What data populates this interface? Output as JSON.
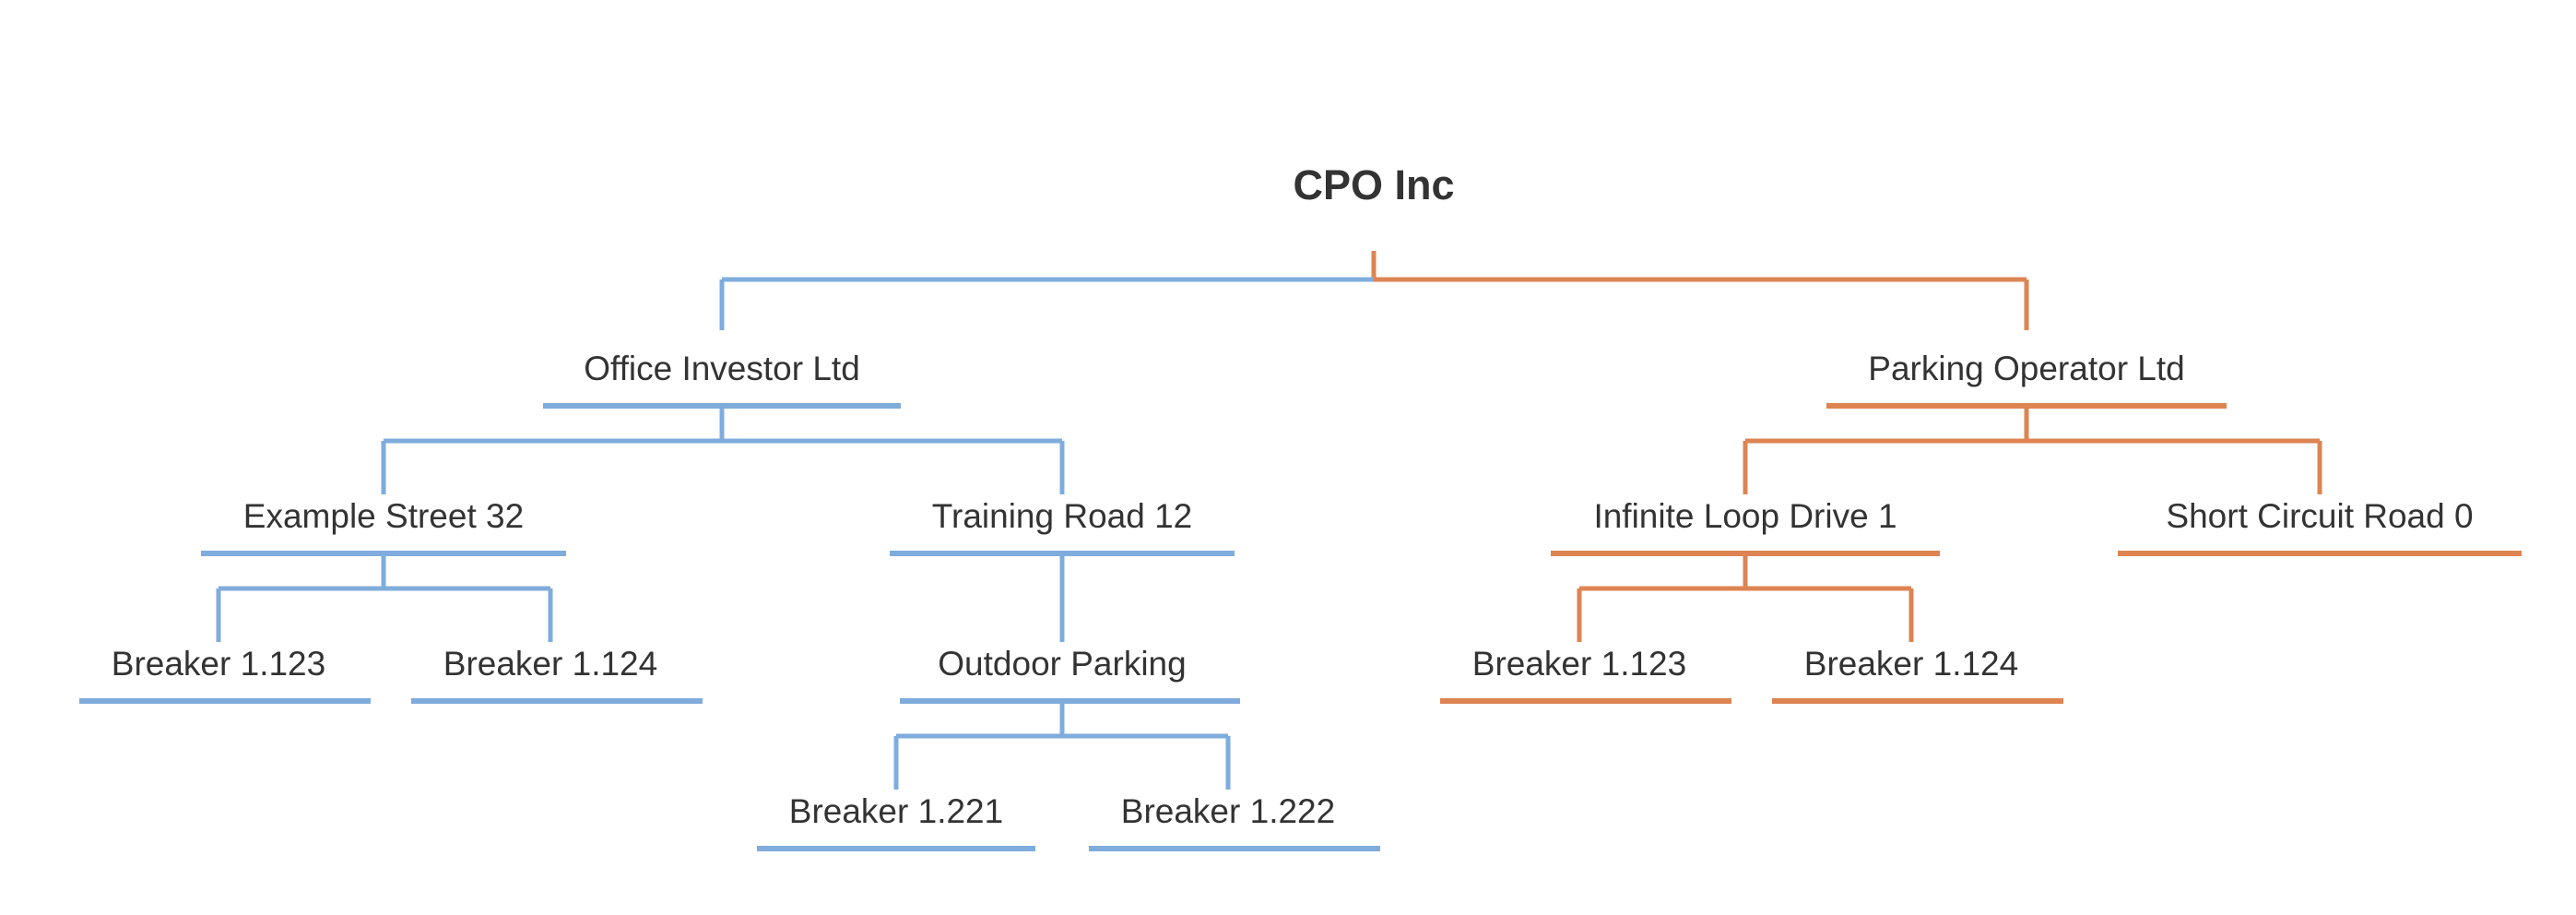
{
  "diagram": {
    "type": "organization-tree",
    "title": "CPO Inc",
    "orientation": "top-down",
    "background_color": "#ffffff",
    "label_color": "#333333",
    "branch_colors": {
      "office_investor_branch": "#7FACDC",
      "parking_operator_branch": "#DD8452"
    },
    "levels": 5,
    "node_count": 12
  },
  "nodes": {
    "root": {
      "label": "CPO Inc",
      "level": 0,
      "color": "#DD8452",
      "is_leaf": false
    },
    "office_investor": {
      "label": "Office Investor Ltd",
      "level": 1,
      "color": "#7FACDC",
      "is_leaf": false
    },
    "parking_operator": {
      "label": "Parking Operator Ltd",
      "level": 1,
      "color": "#DD8452",
      "is_leaf": false
    },
    "example_street": {
      "label": "Example Street 32",
      "level": 2,
      "color": "#7FACDC",
      "is_leaf": false
    },
    "training_road": {
      "label": "Training Road 12",
      "level": 2,
      "color": "#7FACDC",
      "is_leaf": false
    },
    "infinite_loop": {
      "label": "Infinite Loop Drive 1",
      "level": 2,
      "color": "#DD8452",
      "is_leaf": false
    },
    "short_circuit": {
      "label": "Short Circuit Road 0",
      "level": 2,
      "color": "#DD8452",
      "is_leaf": true
    },
    "breaker_1123_blue": {
      "label": "Breaker 1.123",
      "level": 3,
      "color": "#7FACDC",
      "is_leaf": true
    },
    "breaker_1124_blue": {
      "label": "Breaker 1.124",
      "level": 3,
      "color": "#7FACDC",
      "is_leaf": true
    },
    "outdoor_parking": {
      "label": "Outdoor Parking",
      "level": 3,
      "color": "#7FACDC",
      "is_leaf": false
    },
    "breaker_1123_orange": {
      "label": "Breaker 1.123",
      "level": 3,
      "color": "#DD8452",
      "is_leaf": true
    },
    "breaker_1124_orange": {
      "label": "Breaker 1.124",
      "level": 3,
      "color": "#DD8452",
      "is_leaf": true
    },
    "breaker_1221": {
      "label": "Breaker 1.221",
      "level": 4,
      "color": "#7FACDC",
      "is_leaf": true
    },
    "breaker_1222": {
      "label": "Breaker 1.222",
      "level": 4,
      "color": "#7FACDC",
      "is_leaf": true
    }
  },
  "hierarchy": {
    "label": "CPO Inc",
    "children": [
      {
        "label": "Office Investor Ltd",
        "children": [
          {
            "label": "Example Street 32",
            "children": [
              {
                "label": "Breaker 1.123",
                "children": []
              },
              {
                "label": "Breaker 1.124",
                "children": []
              }
            ]
          },
          {
            "label": "Training Road 12",
            "children": [
              {
                "label": "Outdoor Parking",
                "children": [
                  {
                    "label": "Breaker 1.221",
                    "children": []
                  },
                  {
                    "label": "Breaker 1.222",
                    "children": []
                  }
                ]
              }
            ]
          }
        ]
      },
      {
        "label": "Parking Operator Ltd",
        "children": [
          {
            "label": "Infinite Loop Drive 1",
            "children": [
              {
                "label": "Breaker 1.123",
                "children": []
              },
              {
                "label": "Breaker 1.124",
                "children": []
              }
            ]
          },
          {
            "label": "Short Circuit Road 0",
            "children": []
          }
        ]
      }
    ]
  },
  "labels": {
    "root": "CPO Inc",
    "office_investor": "Office Investor Ltd",
    "parking_operator": "Parking Operator Ltd",
    "example_street": "Example Street 32",
    "training_road": "Training Road 12",
    "infinite_loop": "Infinite Loop Drive 1",
    "short_circuit": "Short Circuit Road 0",
    "breaker_1123_blue": "Breaker 1.123",
    "breaker_1124_blue": "Breaker 1.124",
    "outdoor_parking": "Outdoor Parking",
    "breaker_1123_orange": "Breaker 1.123",
    "breaker_1124_orange": "Breaker 1.124",
    "breaker_1221": "Breaker 1.221",
    "breaker_1222": "Breaker 1.222"
  }
}
